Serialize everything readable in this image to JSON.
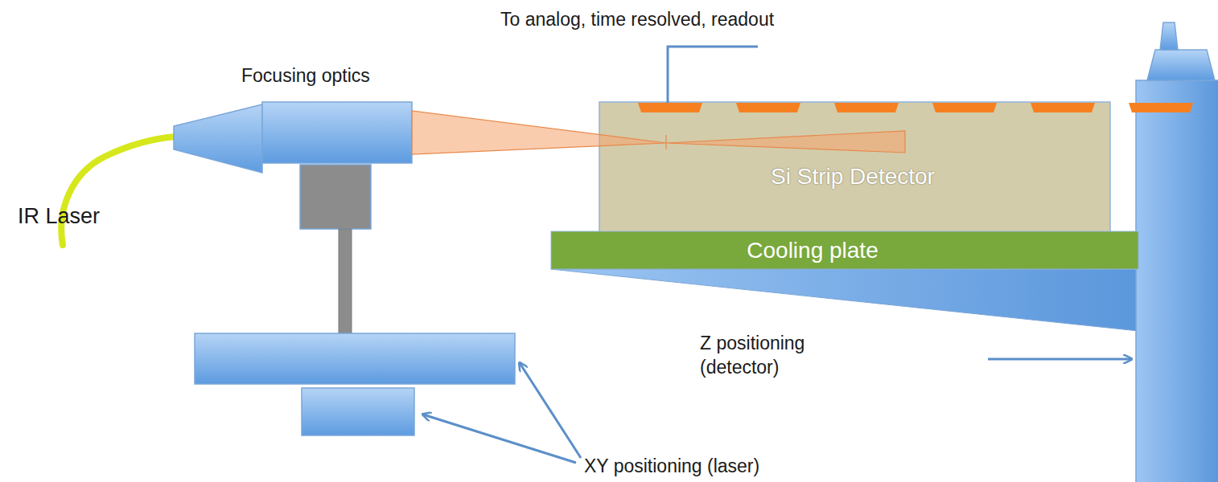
{
  "diagram": {
    "nodes": [
      {
        "text": [
          "Si Strip Detector"
        ]
      },
      {
        "text": [
          "Cooling plate"
        ]
      }
    ],
    "labels": [
      "To analog, time resolved, readout",
      "Focusing optics",
      "IR Laser",
      "Z positioning (detector)",
      "XY positioning (laser)"
    ]
  }
}
